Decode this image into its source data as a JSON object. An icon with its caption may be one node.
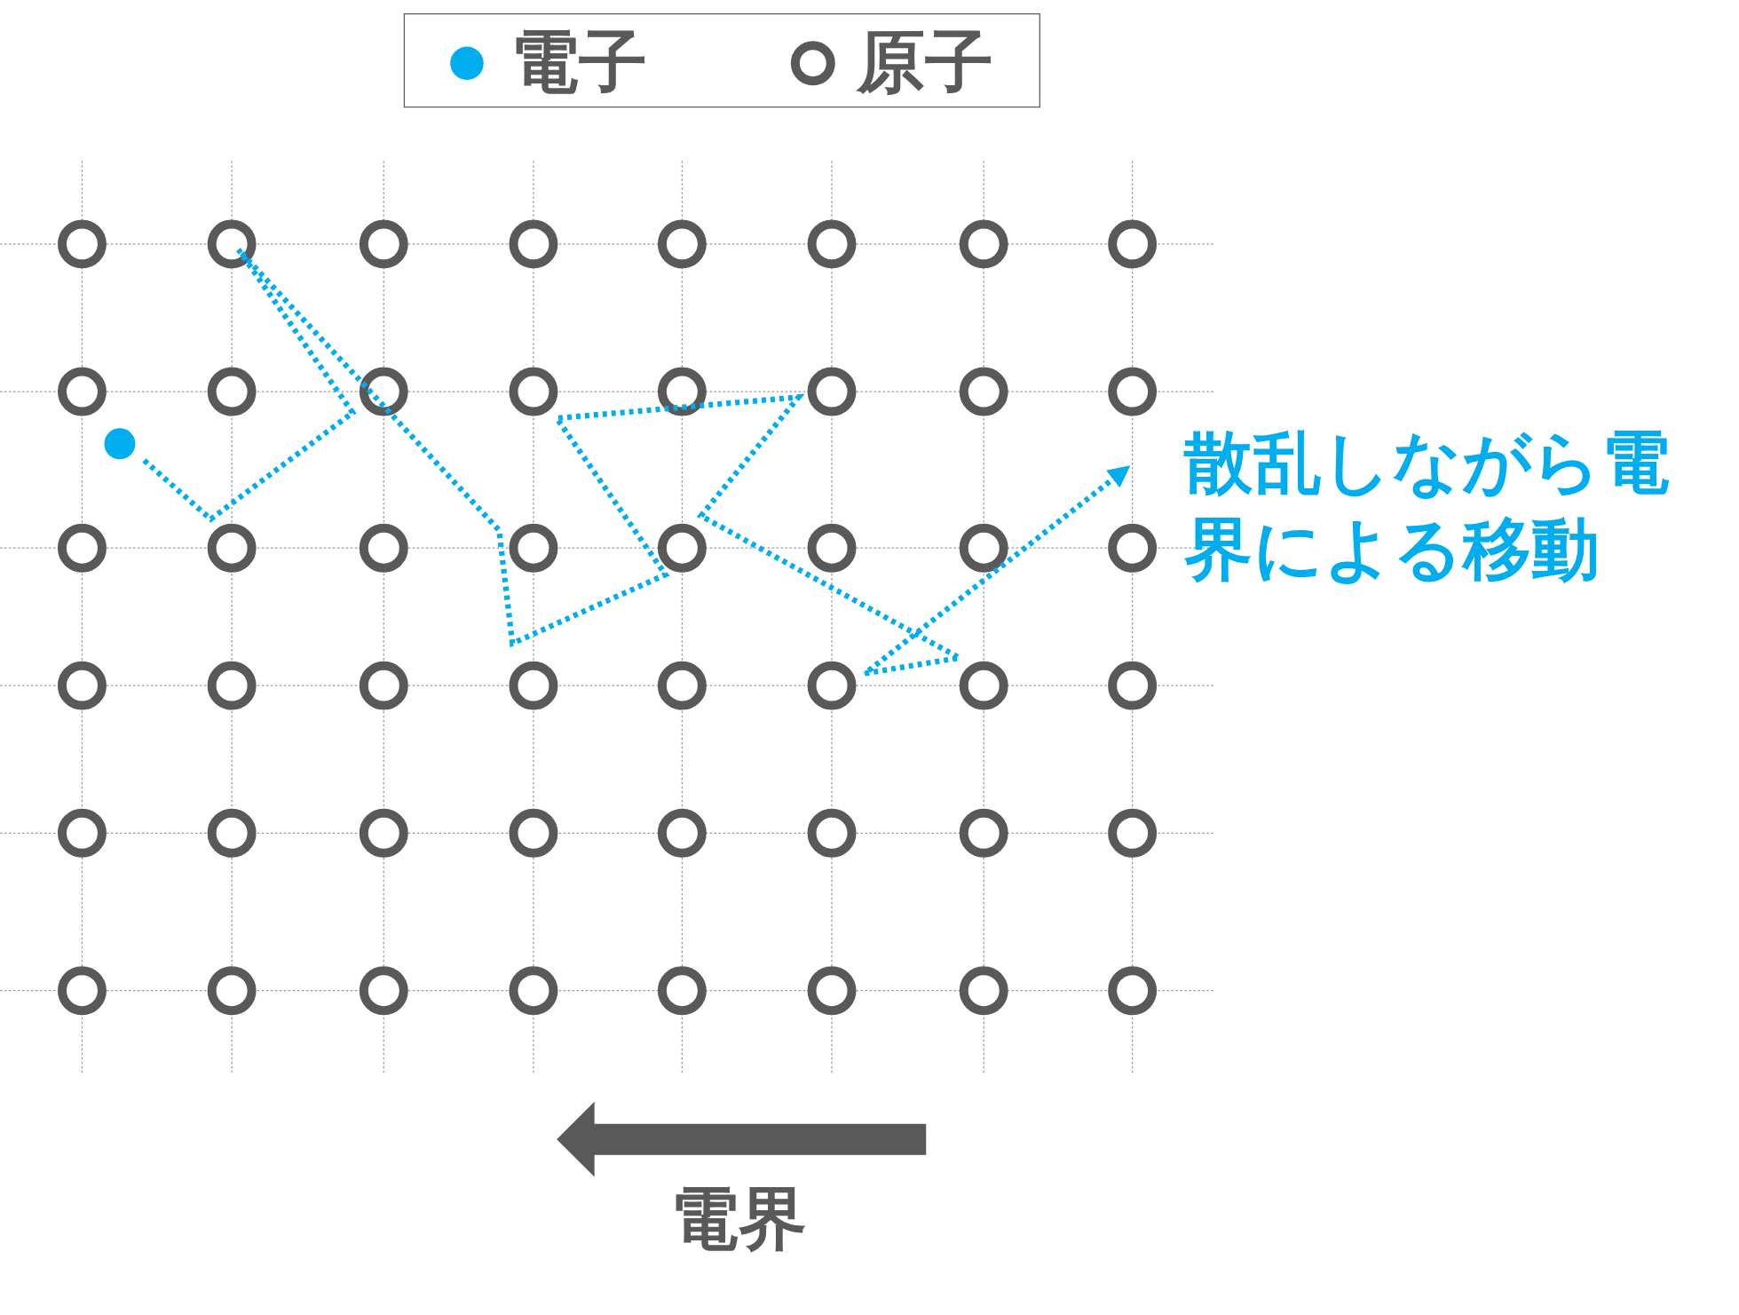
{
  "diagram": {
    "labels": [
      "散乱しながら電界による移動",
      "電界"
    ],
    "legend": [
      {
        "text": "電子",
        "color": "#00aeef"
      },
      {
        "text": "原子"
      }
    ]
  }
}
